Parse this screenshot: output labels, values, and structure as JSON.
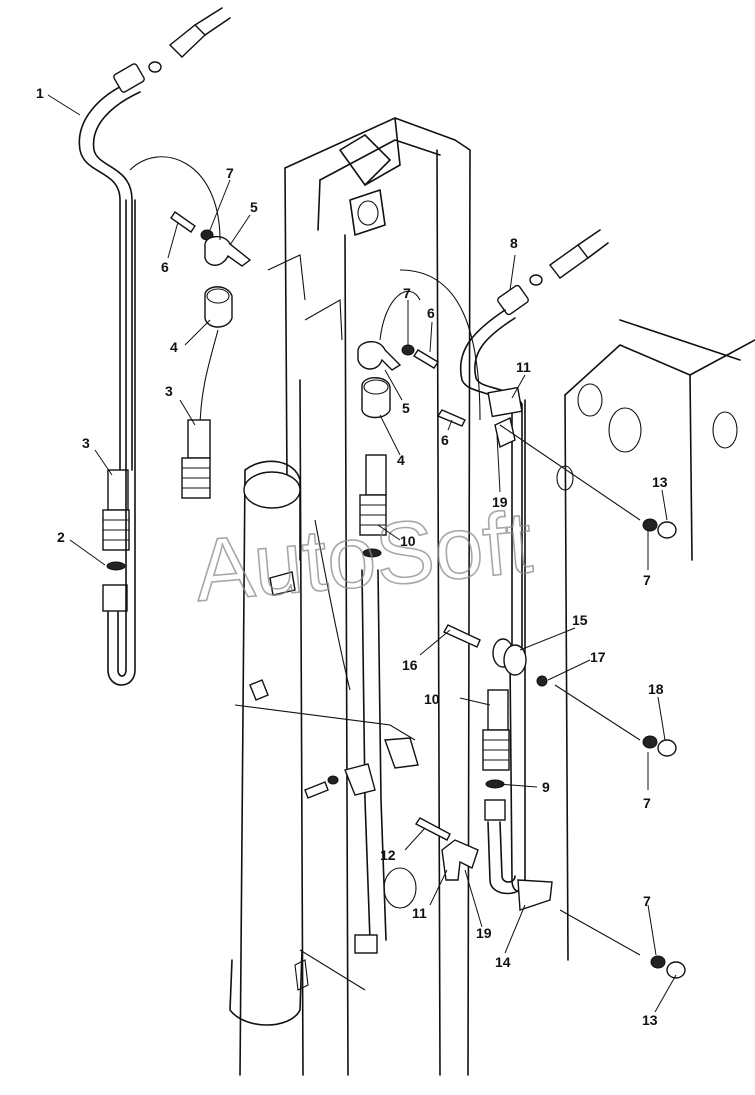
{
  "watermark": "AutoSoft",
  "callouts": [
    "1",
    "2",
    "3",
    "3",
    "4",
    "4",
    "5",
    "5",
    "6",
    "6",
    "6",
    "7",
    "7",
    "7",
    "7",
    "7",
    "8",
    "9",
    "10",
    "10",
    "11",
    "11",
    "12",
    "13",
    "13",
    "14",
    "15",
    "16",
    "17",
    "18",
    "19",
    "19"
  ],
  "colors": {
    "line": "#111111",
    "background": "#ffffff",
    "watermark": "#8a8a8a"
  }
}
